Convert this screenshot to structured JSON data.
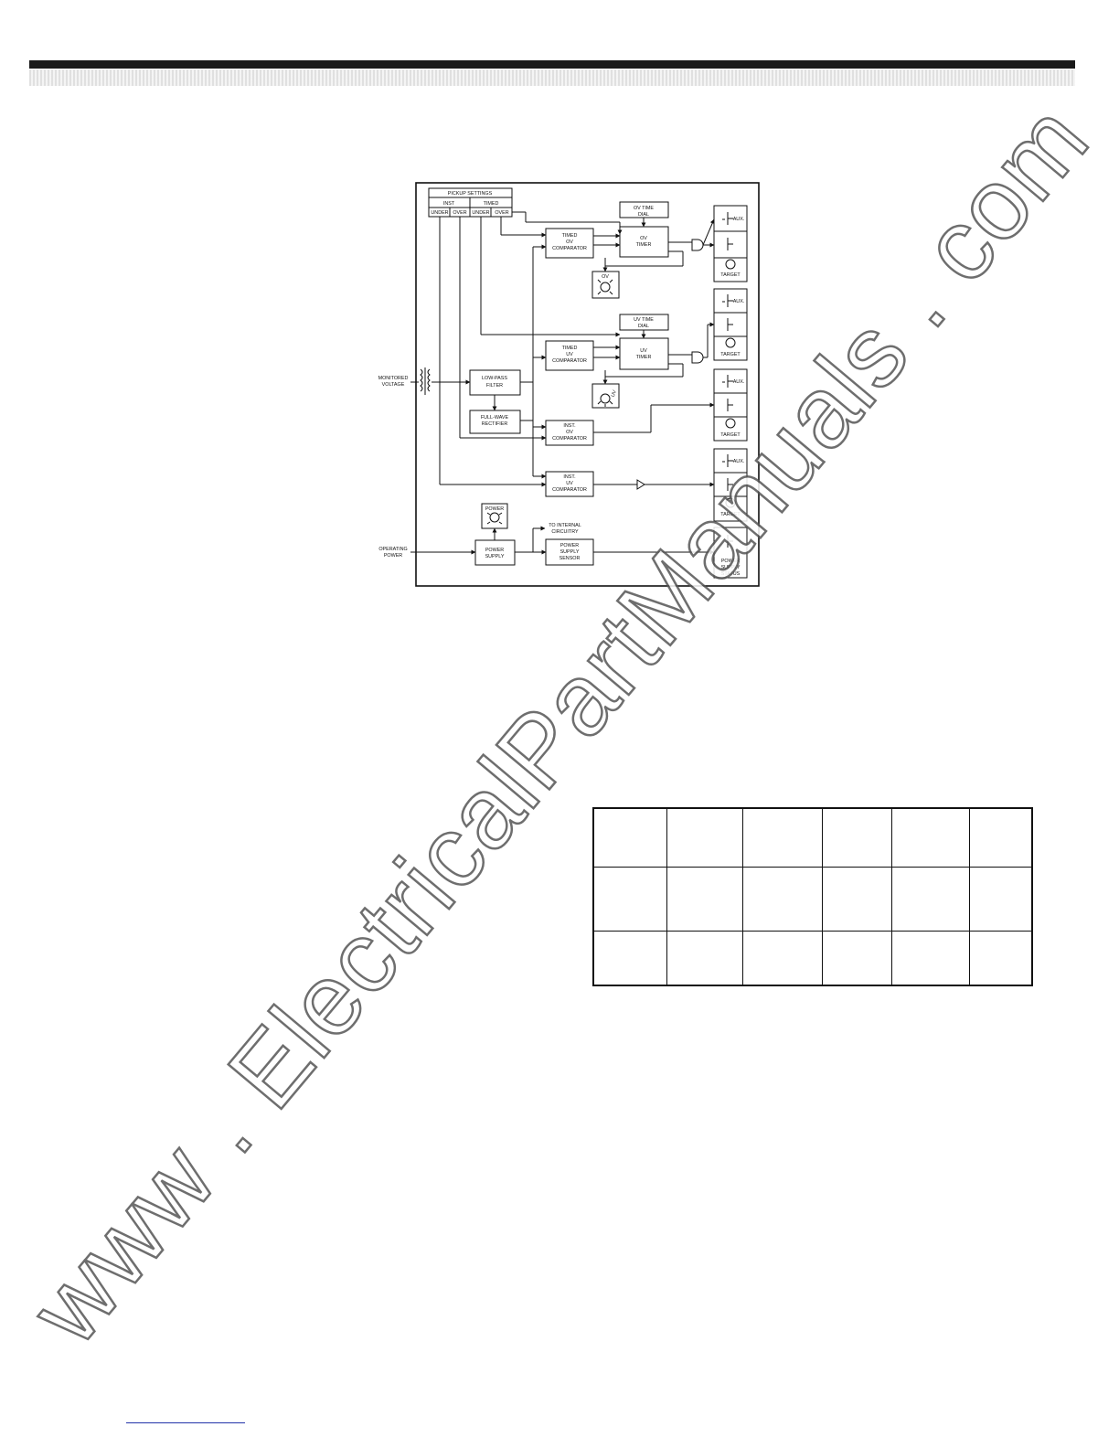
{
  "header": {
    "top_rule": "page header rule"
  },
  "diagram": {
    "pickup_settings": "PICKUP SETTINGS",
    "inst": "INST",
    "timed": "TIMED",
    "under1": "UNDER",
    "over1": "OVER",
    "under2": "UNDER",
    "over2": "OVER",
    "timed_ov_comp": [
      "TIMED",
      "OV",
      "COMPARATOR"
    ],
    "ov_time_dial": [
      "OV TIME",
      "DIAL"
    ],
    "ov_timer": [
      "OV",
      "TIMER"
    ],
    "ov_led": "OV",
    "uv_time_dial": [
      "UV TIME",
      "DIAL"
    ],
    "timed_uv_comp": [
      "TIMED",
      "UV",
      "COMPARATOR"
    ],
    "uv_timer": [
      "UV",
      "TIMER"
    ],
    "uv_led": "UV",
    "monitored_voltage": [
      "MONITORED",
      "VOLTAGE"
    ],
    "low_pass_filter": [
      "LOW-PASS",
      "FILTER"
    ],
    "full_wave_rectifier": [
      "FULL-WAVE",
      "RECTIFIER"
    ],
    "inst_ov_comp": [
      "INST.",
      "OV",
      "COMPARATOR"
    ],
    "inst_uv_comp": [
      "INST.",
      "UV",
      "COMPARATOR"
    ],
    "power_led": "POWER",
    "to_internal": [
      "TO INTERNAL",
      "CIRCUITRY"
    ],
    "operating_power": [
      "OPERATING",
      "POWER"
    ],
    "power_supply": [
      "POWER",
      "SUPPLY"
    ],
    "power_supply_sensor": [
      "POWER",
      "SUPPLY",
      "SENSOR"
    ],
    "aux": "AUX.",
    "target": "TARGET",
    "power_supply_status": [
      "POWER",
      "SUPPLY",
      "STATUS"
    ]
  },
  "watermark": "www . ElectricalPartManuals . com"
}
